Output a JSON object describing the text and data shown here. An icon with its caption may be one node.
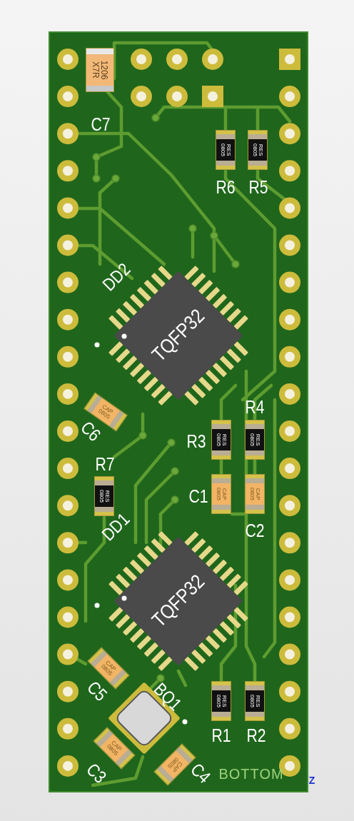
{
  "diagram": {
    "labels": [
      "1206 X7R",
      "C7",
      "RES 0805",
      "RES 0805",
      "R6",
      "R5",
      "DD2",
      "TQFP32",
      "CAP 0805",
      "C6",
      "R4",
      "R3",
      "RES 0805",
      "RES 0805",
      "R7",
      "RES 0805",
      "C1",
      "CAP 0805",
      "CAP 0805",
      "DD1",
      "C2",
      "TQFP32",
      "CAP 0805",
      "C5",
      "BQ1",
      "RES 0805",
      "RES 0805",
      "R1",
      "R2",
      "CAP 0805",
      "CAP 0805",
      "C3",
      "C4",
      "BOTTOM",
      "Z"
    ]
  }
}
